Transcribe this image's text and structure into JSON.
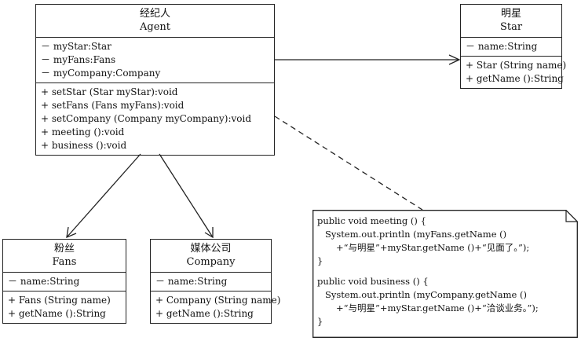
{
  "classes": {
    "agent": {
      "cn_name": "经纪人",
      "en_name": "Agent",
      "attributes": [
        "－ myStar:Star",
        "－ myFans:Fans",
        "－ myCompany:Company"
      ],
      "methods": [
        "+ setStar (Star myStar):void",
        "+ setFans (Fans myFans):void",
        "+ setCompany (Company myCompany):void",
        "+ meeting ():void",
        "+ business ():void"
      ]
    },
    "star": {
      "cn_name": "明星",
      "en_name": "Star",
      "attributes": [
        "－ name:String"
      ],
      "methods": [
        "+ Star (String name)",
        "+ getName ():String"
      ]
    },
    "fans": {
      "cn_name": "粉丝",
      "en_name": "Fans",
      "attributes": [
        "－ name:String"
      ],
      "methods": [
        "+ Fans (String name)",
        "+ getName ():String"
      ]
    },
    "company": {
      "cn_name": "媒体公司",
      "en_name": "Company",
      "attributes": [
        "－ name:String"
      ],
      "methods": [
        "+ Company (String name)",
        "+ getName ():String"
      ]
    }
  },
  "note": {
    "lines": [
      "public void meeting () {",
      "System.out.println (myFans.getName ()",
      "+“与明星”+myStar.getName ()+“见面了。”);",
      "}",
      "public void business () {",
      "System.out.println (myCompany.getName ()",
      "+“与明星”+myStar.getName ()+“洽谈业务。”);",
      "}"
    ]
  }
}
